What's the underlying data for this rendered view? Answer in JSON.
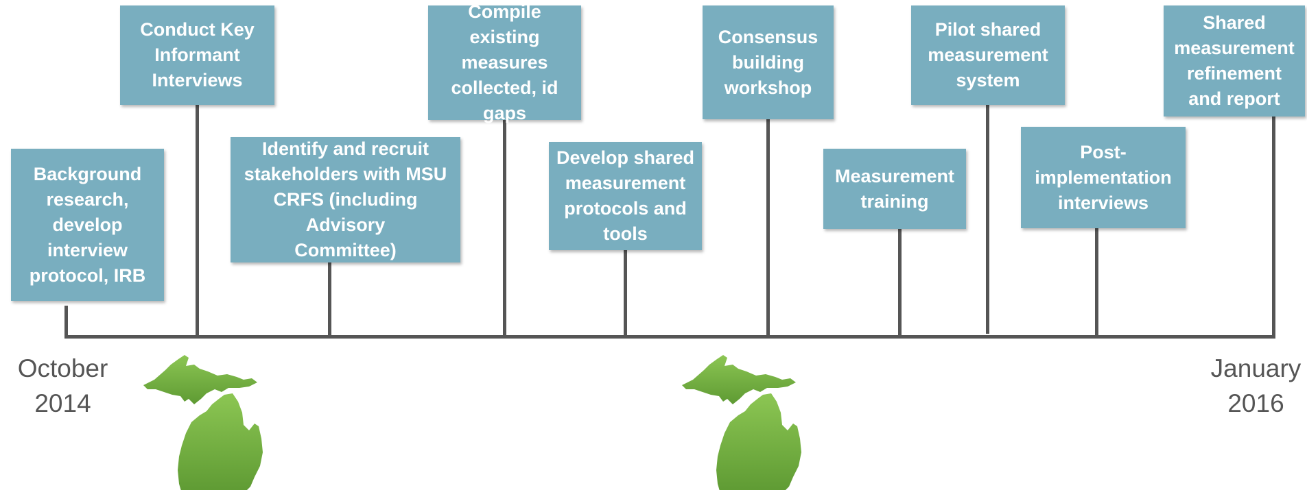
{
  "timeline": {
    "start_label": "October\n2014",
    "end_label": "January\n2016",
    "colors": {
      "box": "#79aebf",
      "axis": "#555555",
      "map_light": "#8cc653",
      "map_dark": "#5e9a33"
    },
    "map_icon": "michigan-map-icon",
    "milestones": [
      {
        "label": "Background\nresearch,\ndevelop\ninterview\nprotocol, IRB"
      },
      {
        "label": "Conduct Key\nInformant\nInterviews"
      },
      {
        "label": "Identify and recruit\nstakeholders with MSU\nCRFS (including Advisory\nCommittee)"
      },
      {
        "label": "Compile existing\nmeasures\ncollected, id\ngaps"
      },
      {
        "label": "Develop shared\nmeasurement\nprotocols and\ntools"
      },
      {
        "label": "Consensus\nbuilding\nworkshop"
      },
      {
        "label": "Measurement\ntraining"
      },
      {
        "label": "Pilot shared\nmeasurement\nsystem"
      },
      {
        "label": "Post-\nimplementation\ninterviews"
      },
      {
        "label": "Shared\nmeasurement\nrefinement\nand report"
      }
    ]
  }
}
